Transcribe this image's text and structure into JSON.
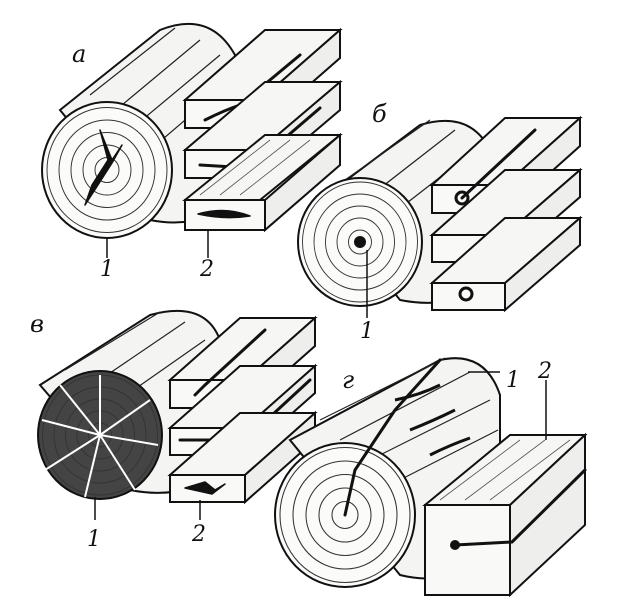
{
  "panels": [
    {
      "letter": "а",
      "log_label": "1",
      "board_label": "2"
    },
    {
      "letter": "б",
      "log_label": "1"
    },
    {
      "letter": "в",
      "log_label": "1",
      "board_label": "2"
    },
    {
      "letter": "г",
      "log_label": "1",
      "board_label": "2"
    }
  ]
}
